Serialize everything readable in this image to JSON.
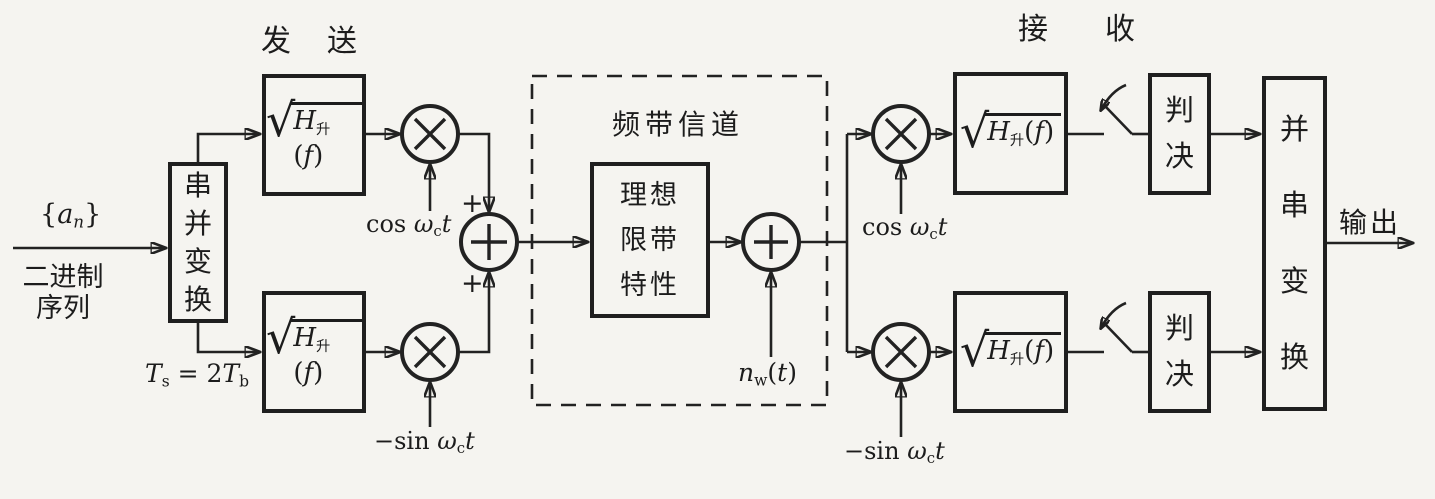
{
  "figure": {
    "description": "QPSK band-pass transmission system block diagram",
    "colors": {
      "ink": "#222222",
      "paper": "#f5f4f0"
    }
  },
  "sections": {
    "transmit_label": "发送",
    "receive_label": "接收",
    "channel_label": "频带信道"
  },
  "blocks": {
    "serial_to_parallel": "串并变换",
    "ideal_band_limit": "理想限带特性",
    "decision": "判决",
    "parallel_to_serial": "并串变换"
  },
  "labels": {
    "binary_sequence": "二进制序列",
    "output": "输出",
    "plus": "+"
  },
  "math": {
    "sqrt_sign": "√",
    "input_sequence": [
      {
        "t": "{",
        "s": "r"
      },
      {
        "t": "a",
        "s": "i"
      },
      {
        "t": "n",
        "s": "si"
      },
      {
        "t": "}",
        "s": "r"
      }
    ],
    "symbol_interval": [
      {
        "t": "T",
        "s": "i"
      },
      {
        "t": "s",
        "s": "sr"
      },
      {
        "t": " = 2",
        "s": "r"
      },
      {
        "t": "T",
        "s": "i"
      },
      {
        "t": "b",
        "s": "sr"
      }
    ],
    "cos_carrier": [
      {
        "t": "cos ",
        "s": "r"
      },
      {
        "t": "ω",
        "s": "i"
      },
      {
        "t": "c",
        "s": "sr"
      },
      {
        "t": "t",
        "s": "i"
      }
    ],
    "neg_sin_carrier": [
      {
        "t": "−sin ",
        "s": "r"
      },
      {
        "t": "ω",
        "s": "i"
      },
      {
        "t": "c",
        "s": "sr"
      },
      {
        "t": "t",
        "s": "i"
      }
    ],
    "noise": [
      {
        "t": "n",
        "s": "i"
      },
      {
        "t": "w",
        "s": "sr"
      },
      {
        "t": "(",
        "s": "r"
      },
      {
        "t": "t",
        "s": "i"
      },
      {
        "t": ")",
        "s": "r"
      }
    ],
    "raised_cosine_filter": [
      {
        "t": "H",
        "s": "i"
      },
      {
        "t": "升",
        "s": "sc"
      },
      {
        "t": "(",
        "s": "r"
      },
      {
        "t": "f",
        "s": "i"
      },
      {
        "t": ")",
        "s": "r"
      }
    ]
  }
}
